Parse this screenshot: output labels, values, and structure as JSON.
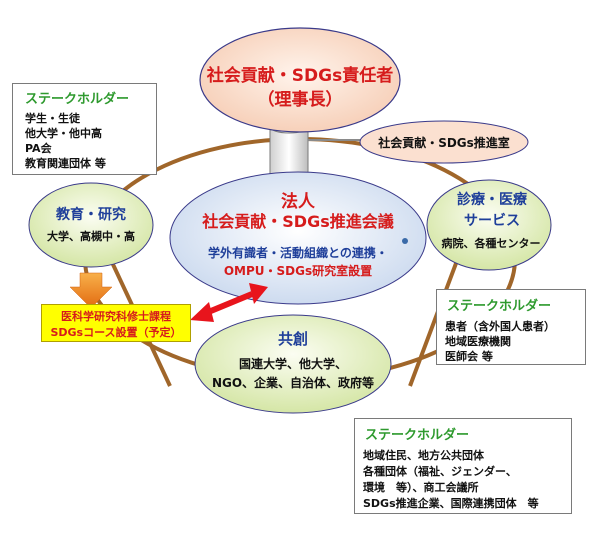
{
  "top": {
    "title": "社会貢献・SDGs責任者",
    "subtitle": "（理事長）"
  },
  "office": {
    "label": "社会貢献・SDGs推進室"
  },
  "center": {
    "title": "法人",
    "subtitle": "社会貢献・SDGs推進会議",
    "line1": "学外有識者・活動組織との連携・",
    "line2": "OMPU・SDGs研究室設置"
  },
  "education": {
    "title": "教育・研究",
    "detail": "大学、高槻中・高"
  },
  "medical": {
    "title_line1": "診療・医療",
    "title_line2": "サービス",
    "detail": "病院、各種センター"
  },
  "cocreation": {
    "title": "共創",
    "line1": "国連大学、他大学、",
    "line2": "NGO、企業、自治体、政府等"
  },
  "master_course": {
    "line1": "医科学研究科修士課程",
    "line2": "SDGsコース設置（予定）"
  },
  "stakeholders_left": {
    "title": "ステークホルダー",
    "items": [
      "学生・生徒",
      "他大学・他中高",
      "PA会",
      "教育関連団体 等"
    ]
  },
  "stakeholders_right": {
    "title": "ステークホルダー",
    "items": [
      "患者（含外国人患者）",
      "地域医療機関",
      "医師会 等"
    ]
  },
  "stakeholders_bottom": {
    "title": "ステークホルダー",
    "items": [
      "地域住民、地方公共団体",
      "各種団体（福祉、ジェンダー、",
      "環境　等）、商工会議所",
      "SDGs推進企業、国際連携団体　等"
    ]
  },
  "colors": {
    "ring": "#a0662a",
    "top_fill": "#fbe0d0",
    "office_fill": "#fbe0d0",
    "center_fill": "#dce6f4",
    "side_fill": "#e6f0c8",
    "title_red": "#d61c1c",
    "title_blue": "#1f3f9a",
    "stakeholder_green": "#2e9a2e",
    "master_bg": "#ffff00",
    "arrow_red": "#e8141c",
    "arrow_orange": "#f08a1a"
  }
}
